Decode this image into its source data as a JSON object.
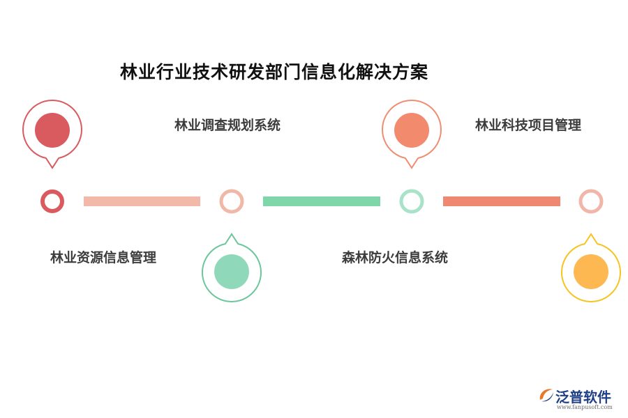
{
  "title": "林业行业技术研发部门信息化解决方案",
  "steps": [
    {
      "label": "林业资源信息管理",
      "color": "#d95a5f",
      "pin_inner": "#d95a5f"
    },
    {
      "label": "林业调查规划系统",
      "color": "#f0b8a6",
      "pin_inner": "#8fd9ba"
    },
    {
      "label": "森林防火信息系统",
      "color": "#a8e2c9",
      "pin_inner": "#f28a6e"
    },
    {
      "label": "林业科技项目管理",
      "color": "#f2b6a8",
      "pin_inner": "#fdb851"
    }
  ],
  "connectors": [
    {
      "color": "#f2b9a8"
    },
    {
      "color": "#7fd6a9"
    },
    {
      "color": "#ef8870"
    }
  ],
  "pins": [
    {
      "step": 0,
      "ring": "#d95a5f",
      "fill": "#d95a5f",
      "direction": "down"
    },
    {
      "step": 1,
      "ring": "#6cc69c",
      "fill": "#8fd9ba",
      "direction": "up"
    },
    {
      "step": 2,
      "ring": "#ef8d72",
      "fill": "#f28a6e",
      "direction": "down"
    },
    {
      "step": 3,
      "ring": "#f5c420",
      "fill": "#fdb851",
      "direction": "up"
    }
  ],
  "brand": {
    "name": "泛普软件",
    "url": "www.fanpusoft.com",
    "color": "#1f3f86",
    "accent": "#e8762b"
  }
}
